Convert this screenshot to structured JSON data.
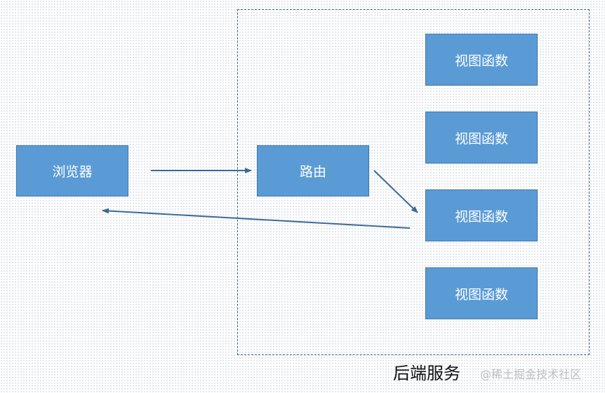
{
  "diagram": {
    "browser": {
      "label": "浏览器"
    },
    "router": {
      "label": "路由"
    },
    "views": [
      {
        "label": "视图函数"
      },
      {
        "label": "视图函数"
      },
      {
        "label": "视图函数"
      },
      {
        "label": "视图函数"
      }
    ],
    "backend_caption": "后端服务",
    "edges": [
      {
        "from": "browser",
        "to": "router"
      },
      {
        "from": "router",
        "to": "view-3"
      },
      {
        "from": "view-3",
        "to": "browser"
      }
    ]
  },
  "watermark": "@稀土掘金技术社区",
  "colors": {
    "box_fill": "#5b9bd5",
    "box_border": "#3e77ad",
    "arrow": "#3a6a96",
    "frame_border": "#3a6a96"
  }
}
